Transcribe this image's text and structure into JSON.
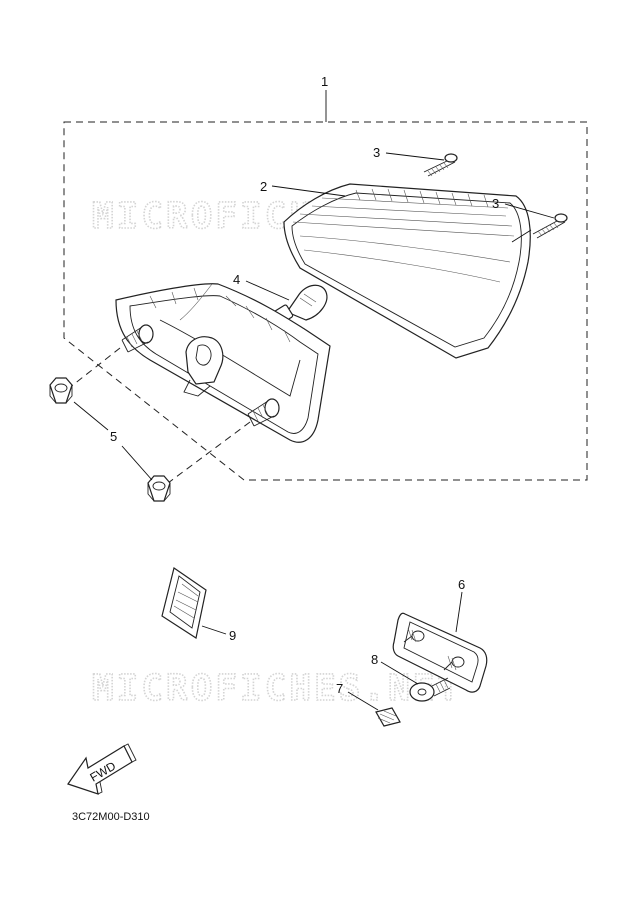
{
  "watermark": "MICROFICHES.NET",
  "diagram_code": "3C72M00-D310",
  "direction_label": "FWD",
  "callouts": {
    "c1": "1",
    "c2": "2",
    "c3a": "3",
    "c3b": "3",
    "c4": "4",
    "c5": "5",
    "c6": "6",
    "c7": "7",
    "c8": "8",
    "c9": "9"
  }
}
